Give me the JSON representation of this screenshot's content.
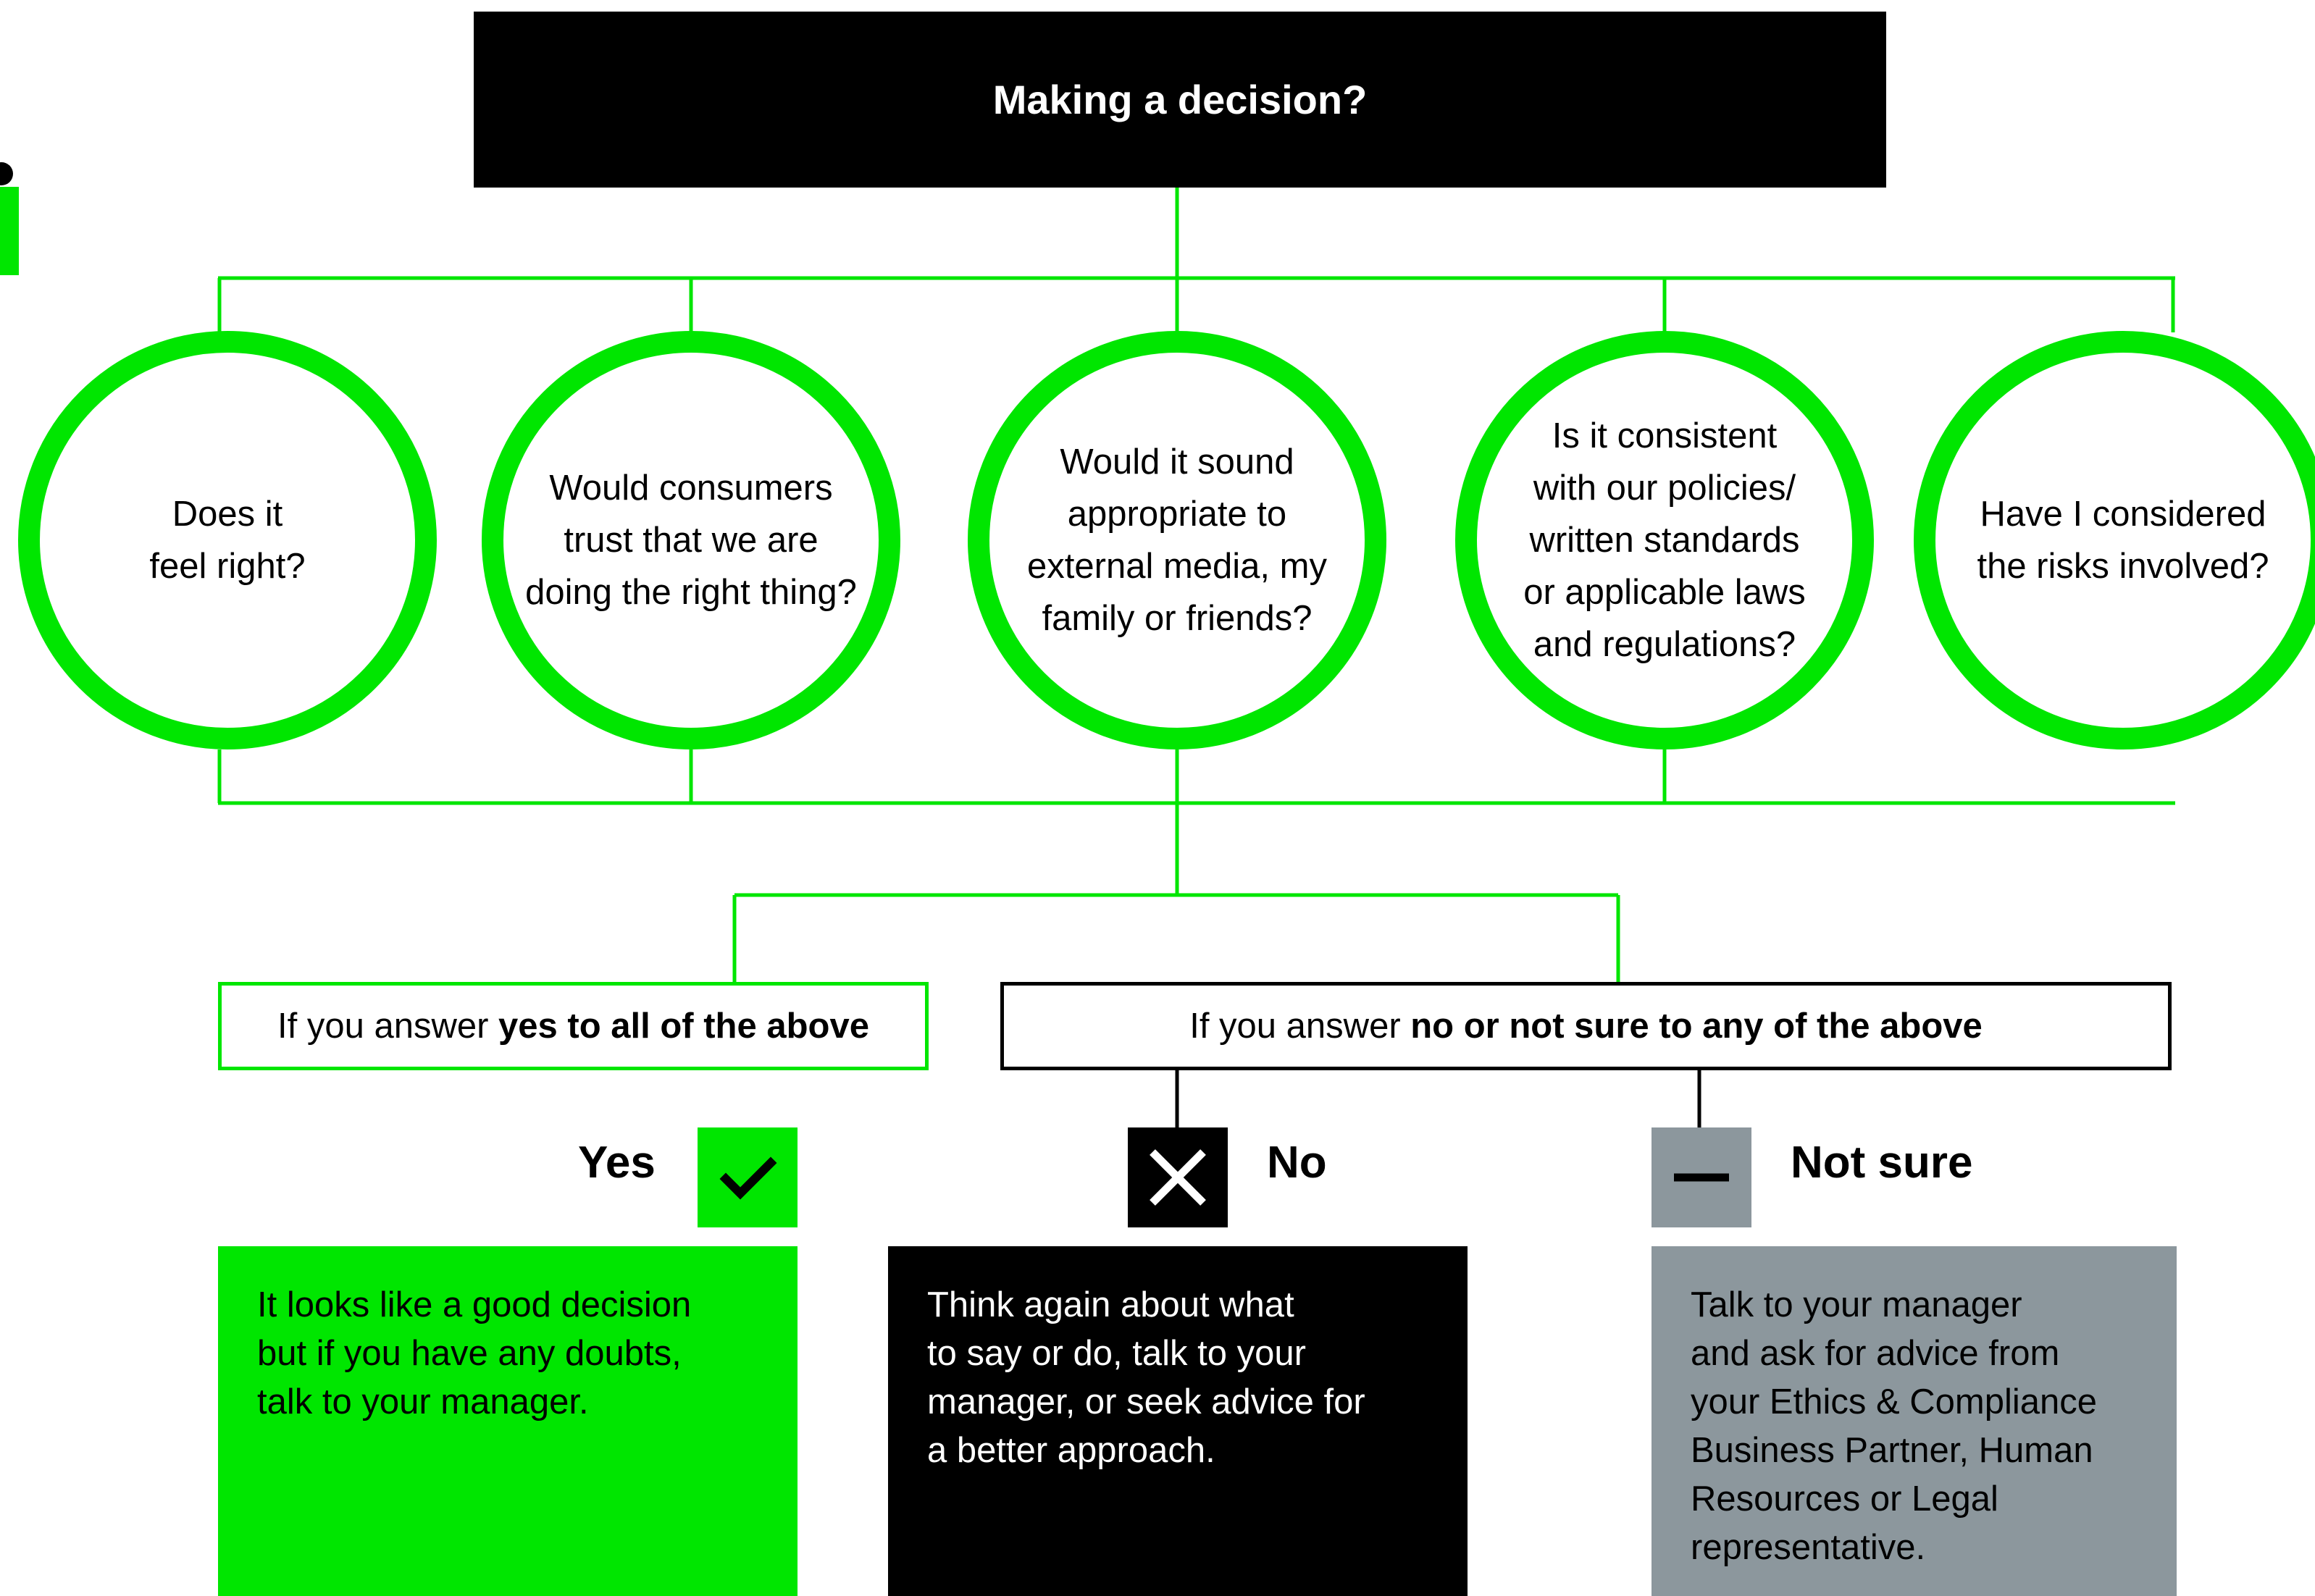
{
  "title": "Making a decision?",
  "questions": [
    {
      "lines": [
        "Does it",
        "feel right?"
      ]
    },
    {
      "lines": [
        "Would consumers",
        "trust that we are",
        "doing the right thing?"
      ]
    },
    {
      "lines": [
        "Would it sound",
        "appropriate to",
        "external media, my",
        "family or friends?"
      ]
    },
    {
      "lines": [
        "Is it consistent",
        "with our policies/",
        "written standards",
        "or applicable laws",
        "and regulations?"
      ]
    },
    {
      "lines": [
        "Have I considered",
        "the risks involved?"
      ]
    }
  ],
  "answers": {
    "yes_prefix": "If you answer ",
    "yes_bold": "yes to all of the above",
    "no_prefix": "If you answer ",
    "no_bold": "no or not sure to any of the above"
  },
  "outcomes": {
    "yes": {
      "label": "Yes",
      "icon": "checkmark-icon",
      "lines": [
        "It looks like a good decision",
        "but if you have any doubts,",
        "talk to your manager."
      ]
    },
    "no": {
      "label": "No",
      "icon": "cross-icon",
      "lines": [
        "Think again about what",
        "to say or do, talk to your",
        "manager, or seek advice for",
        "a better approach."
      ]
    },
    "not_sure": {
      "label": "Not sure",
      "icon": "minus-icon",
      "lines": [
        "Talk to your manager",
        "and ask for advice from",
        "your Ethics & Compliance",
        "Business Partner, Human",
        "Resources or Legal",
        "representative."
      ]
    }
  },
  "colors": {
    "accent_green": "#00e600",
    "black": "#000000",
    "grey": "#8c979d",
    "white": "#ffffff"
  }
}
